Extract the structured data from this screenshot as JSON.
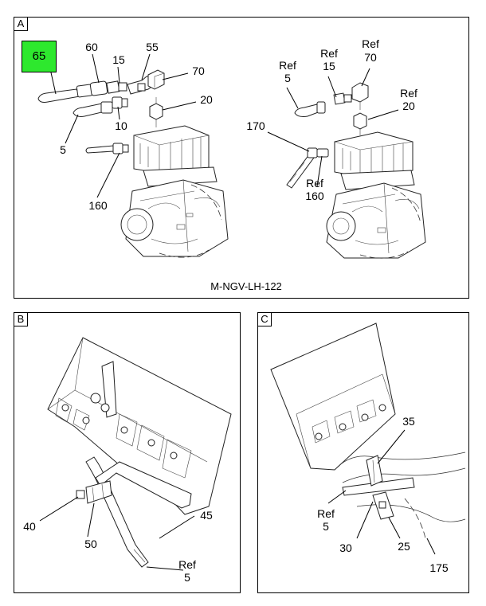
{
  "colors": {
    "highlight": "#2ee82e",
    "line": "#000000"
  },
  "panels": {
    "a": {
      "tag": "A",
      "code": "M-NGV-LH-122",
      "left": {
        "c65": "65",
        "c60": "60",
        "c15": "15",
        "c55": "55",
        "c70": "70",
        "c20": "20",
        "c10": "10",
        "c5": "5",
        "c160": "160"
      },
      "right": {
        "ref": "Ref",
        "c5": "5",
        "c15": "15",
        "c70": "70",
        "c20": "20",
        "c170": "170",
        "c160": "160"
      }
    },
    "b": {
      "tag": "B",
      "c40": "40",
      "c50": "50",
      "c45": "45",
      "ref": "Ref",
      "c5": "5"
    },
    "c": {
      "tag": "C",
      "c35": "35",
      "ref": "Ref",
      "c5": "5",
      "c30": "30",
      "c25": "25",
      "c175": "175"
    }
  }
}
